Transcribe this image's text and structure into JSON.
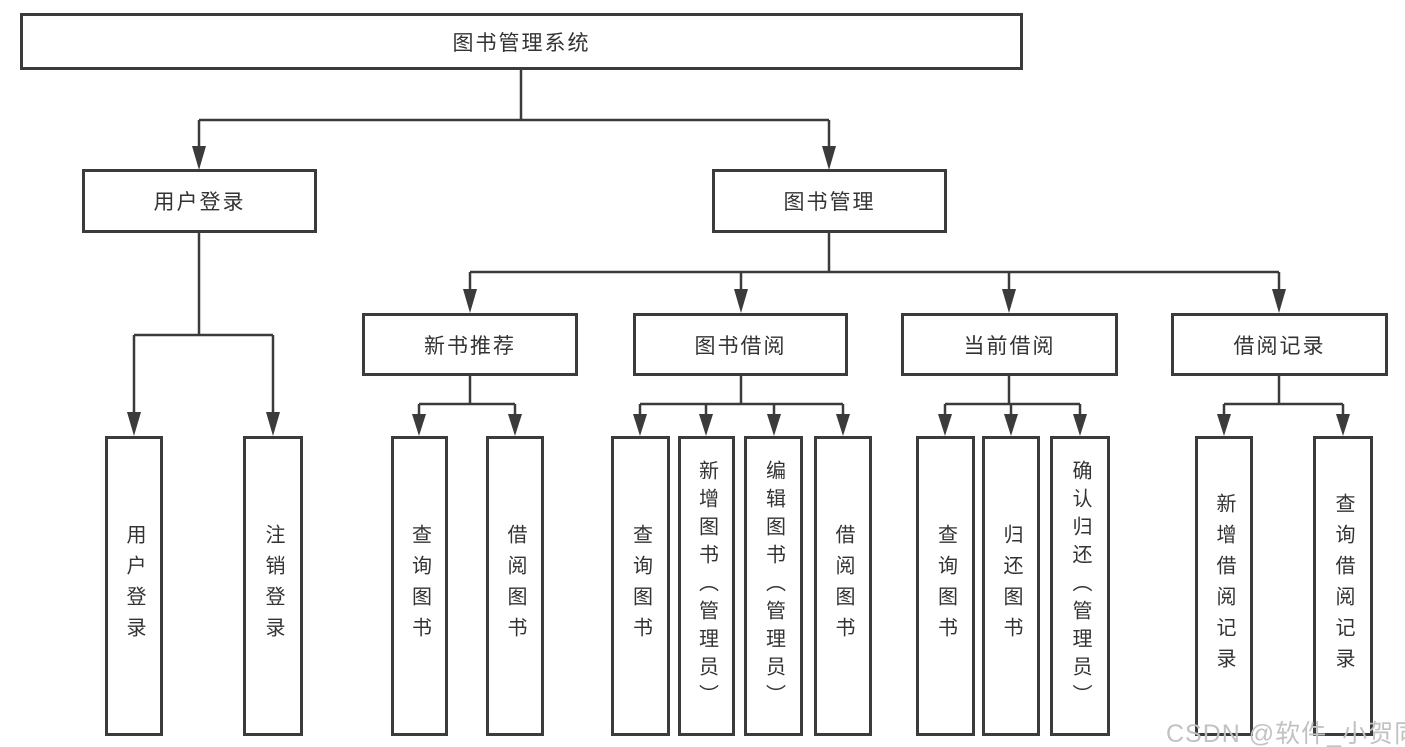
{
  "tree": {
    "label": "图书管理系统",
    "children": [
      {
        "label": "用户登录",
        "children": [
          {
            "label": "用户登录"
          },
          {
            "label": "注销登录"
          }
        ]
      },
      {
        "label": "图书管理",
        "children": [
          {
            "label": "新书推荐",
            "children": [
              {
                "label": "查询图书"
              },
              {
                "label": "借阅图书"
              }
            ]
          },
          {
            "label": "图书借阅",
            "children": [
              {
                "label": "查询图书"
              },
              {
                "label": "新增图书（管理员）"
              },
              {
                "label": "编辑图书（管理员）"
              },
              {
                "label": "借阅图书"
              }
            ]
          },
          {
            "label": "当前借阅",
            "children": [
              {
                "label": "查询图书"
              },
              {
                "label": "归还图书"
              },
              {
                "label": "确认归还（管理员）"
              }
            ]
          },
          {
            "label": "借阅记录",
            "children": [
              {
                "label": "新增借阅记录"
              },
              {
                "label": "查询借阅记录"
              }
            ]
          }
        ]
      }
    ]
  },
  "watermark": "CSDN @软件_小贺同学",
  "colors": {
    "line": "#3b3b3b",
    "box_border": "#3b3b3b",
    "text": "#333333",
    "watermark": "#c2c2c2",
    "background": "#ffffff"
  }
}
